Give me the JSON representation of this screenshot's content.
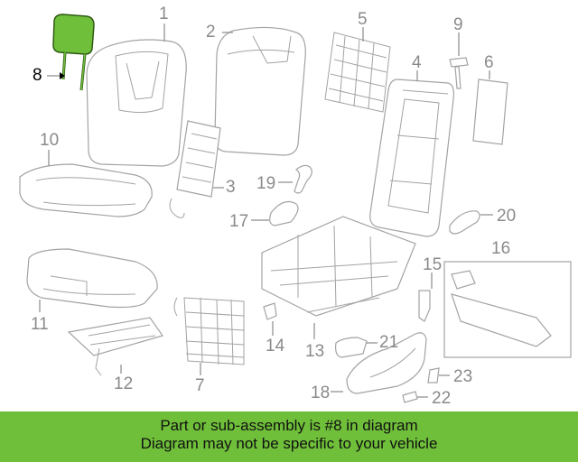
{
  "banner": {
    "line1": "Part or sub-assembly is #8 in diagram",
    "line2": "Diagram may not be specific to your vehicle"
  },
  "colors": {
    "highlight": "#6fbf3a",
    "part_stroke": "#a3a3a3",
    "label": "#8a8a8a",
    "banner_bg": "#6fbf3a"
  },
  "callouts": {
    "p1": "1",
    "p2": "2",
    "p3": "3",
    "p4": "4",
    "p5": "5",
    "p6": "6",
    "p7": "7",
    "p8": "8",
    "p9": "9",
    "p10": "10",
    "p11": "11",
    "p12": "12",
    "p13": "13",
    "p14": "14",
    "p15": "15",
    "p16": "16",
    "p17": "17",
    "p18": "18",
    "p19": "19",
    "p20": "20",
    "p21": "21",
    "p22": "22",
    "p23": "23"
  }
}
